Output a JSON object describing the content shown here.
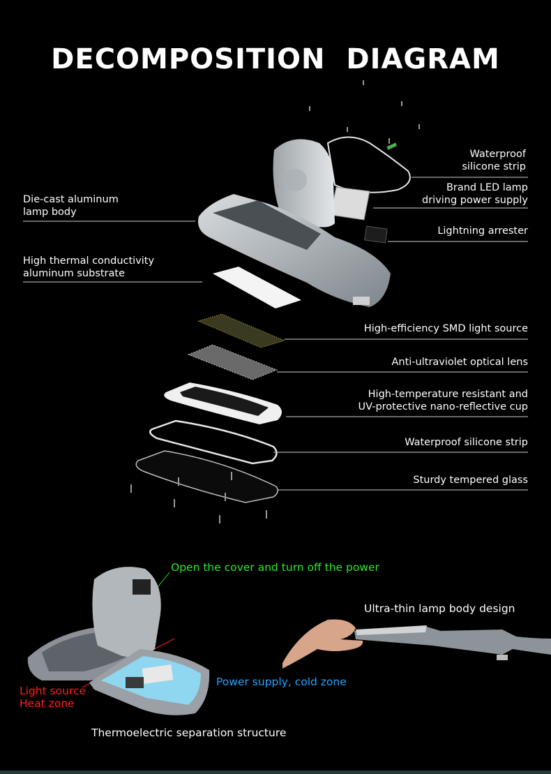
{
  "title": "DECOMPOSITION  DIAGRAM",
  "labels": {
    "waterproof_top_1": "Waterproof",
    "waterproof_top_2": "silicone strip",
    "brand_led_1": "Brand LED lamp",
    "brand_led_2": "driving power supply",
    "lightning": "Lightning arrester",
    "die_cast_1": "Die-cast aluminum",
    "die_cast_2": "lamp body",
    "thermal_1": "High thermal conductivity",
    "thermal_2": "aluminum substrate",
    "smd": "High-efficiency SMD light source",
    "uv_lens": "Anti-ultraviolet optical lens",
    "cup_1": "High-temperature resistant and",
    "cup_2": "UV-protective nano-reflective cup",
    "waterproof_mid": "Waterproof silicone strip",
    "glass": "Sturdy tempered glass"
  },
  "bottom": {
    "open_cover": "Open the cover and turn off the power",
    "ultra_thin": "Ultra-thin lamp body design",
    "cold_zone": "Power supply, cold zone",
    "light_source": "Light source",
    "heat_zone": "Heat zone",
    "thermo": "Thermoelectric separation structure"
  },
  "colors": {
    "background": "#000000",
    "green": "#2ee82e",
    "blue": "#27a3ff",
    "red": "#ff2020",
    "line": "#cfcfcf"
  }
}
